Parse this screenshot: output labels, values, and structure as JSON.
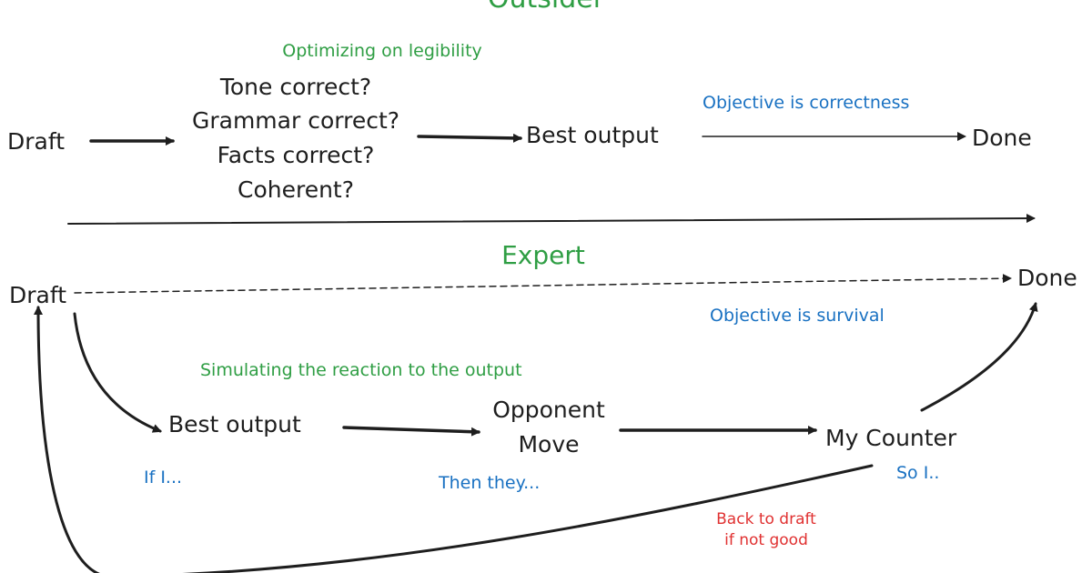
{
  "outsider": {
    "title": "Outsider",
    "note": "Optimizing on legibility",
    "start": "Draft",
    "checks": [
      "Tone correct?",
      "Grammar correct?",
      "Facts correct?",
      "Coherent?"
    ],
    "output": "Best output",
    "objective": "Objective is correctness",
    "end": "Done"
  },
  "expert": {
    "title": "Expert",
    "start": "Draft",
    "end": "Done",
    "objective": "Objective is survival",
    "note": "Simulating the reaction to the output",
    "output": "Best output",
    "opponent_line1": "Opponent",
    "opponent_line2": "Move",
    "counter": "My Counter",
    "if_label": "If I...",
    "then_label": "Then they...",
    "so_label": "So I..",
    "loop_line1": "Back to draft",
    "loop_line2": "if not good"
  },
  "colors": {
    "green": "#2f9e44",
    "blue": "#1971c2",
    "red": "#e03131",
    "ink": "#1e1e1e"
  }
}
